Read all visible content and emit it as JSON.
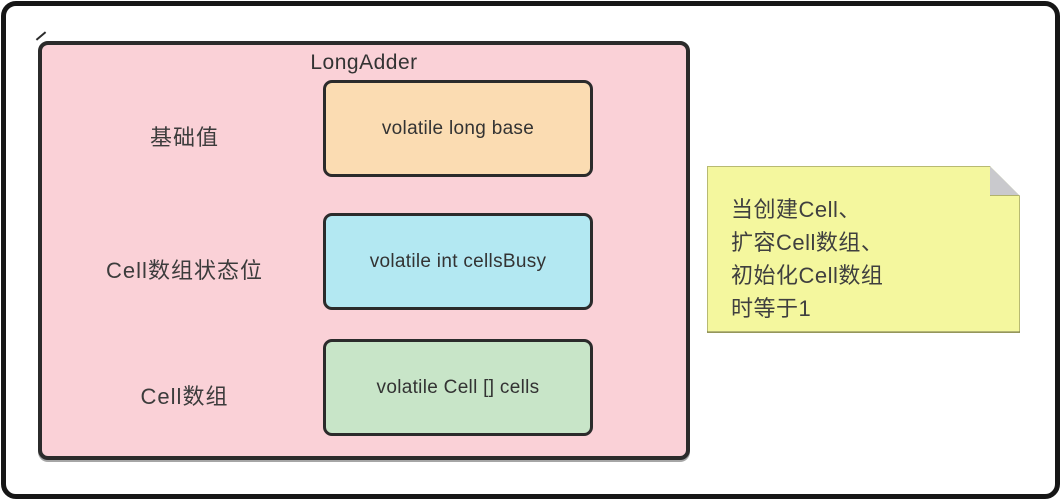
{
  "diagram": {
    "title": "LongAdder",
    "container_color": "#FAD1D7",
    "border_color": "#2B2B2B",
    "rows": [
      {
        "name": "base",
        "label": "基础值",
        "field": "volatile long base",
        "box_color": "#FBDCB2"
      },
      {
        "name": "cellsBusy",
        "label": "Cell数组状态位",
        "field": "volatile int cellsBusy",
        "box_color": "#B3E8F2"
      },
      {
        "name": "cells",
        "label": "Cell数组",
        "field": "volatile Cell [] cells",
        "box_color": "#C8E5C8"
      }
    ]
  },
  "note": {
    "lines": [
      "当创建Cell、",
      "扩容Cell数组、",
      "初始化Cell数组",
      "时等于1"
    ],
    "background_color": "#F4F79E",
    "fold_color": "#C9C9CD"
  }
}
